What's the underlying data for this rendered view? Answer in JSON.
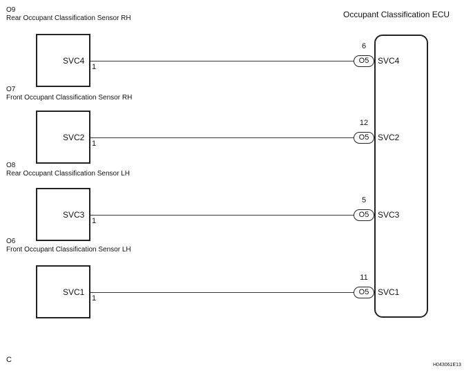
{
  "ecu": {
    "title": "Occupant Classification ECU"
  },
  "sensors": [
    {
      "code": "O9",
      "name": "Rear Occupant Classification Sensor RH",
      "terminal": "SVC4",
      "pin": "1"
    },
    {
      "code": "O7",
      "name": "Front Occupant Classification Sensor RH",
      "terminal": "SVC2",
      "pin": "1"
    },
    {
      "code": "O8",
      "name": "Rear Occupant Classification Sensor LH",
      "terminal": "SVC3",
      "pin": "1"
    },
    {
      "code": "O6",
      "name": "Front Occupant Classification Sensor LH",
      "terminal": "SVC1",
      "pin": "1"
    }
  ],
  "ecu_terminals": [
    {
      "pin_number": "6",
      "connector": "O5",
      "terminal": "SVC4"
    },
    {
      "pin_number": "12",
      "connector": "O5",
      "terminal": "SVC2"
    },
    {
      "pin_number": "5",
      "connector": "O5",
      "terminal": "SVC3"
    },
    {
      "pin_number": "11",
      "connector": "O5",
      "terminal": "SVC1"
    }
  ],
  "footer": {
    "left": "C",
    "right": "H043061E13"
  }
}
